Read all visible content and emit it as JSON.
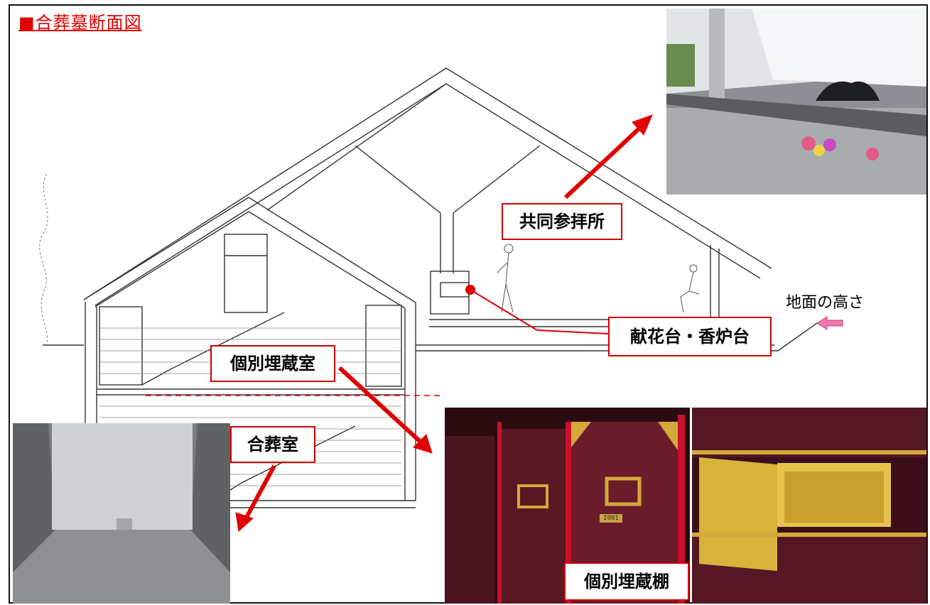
{
  "title": "■合葬墓断面図",
  "labels": {
    "worship": "共同参拝所",
    "altar": "献花台・香炉台",
    "individual_room": "個別埋蔵室",
    "joint_room": "合葬室",
    "ground_level": "地面の高さ",
    "individual_shelf": "個別埋蔵棚"
  },
  "colors": {
    "accent_red": "#e00000",
    "callout_border": "#d40000",
    "ground_arrow": "#f07ab0"
  },
  "photos": {
    "shelf_plate_number": "I001"
  }
}
